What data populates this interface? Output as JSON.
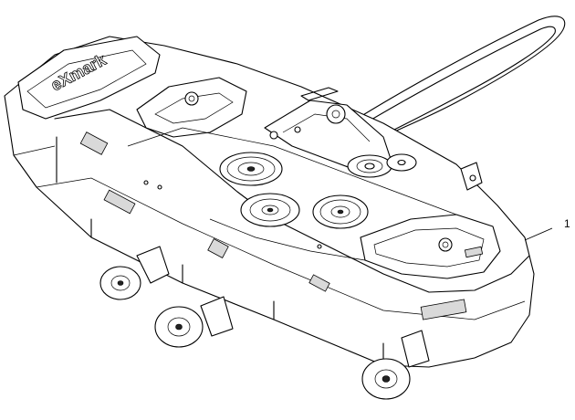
{
  "diagram": {
    "callouts": [
      {
        "id": "callout-1",
        "label": "1"
      }
    ],
    "logo_text": "eXmark"
  }
}
